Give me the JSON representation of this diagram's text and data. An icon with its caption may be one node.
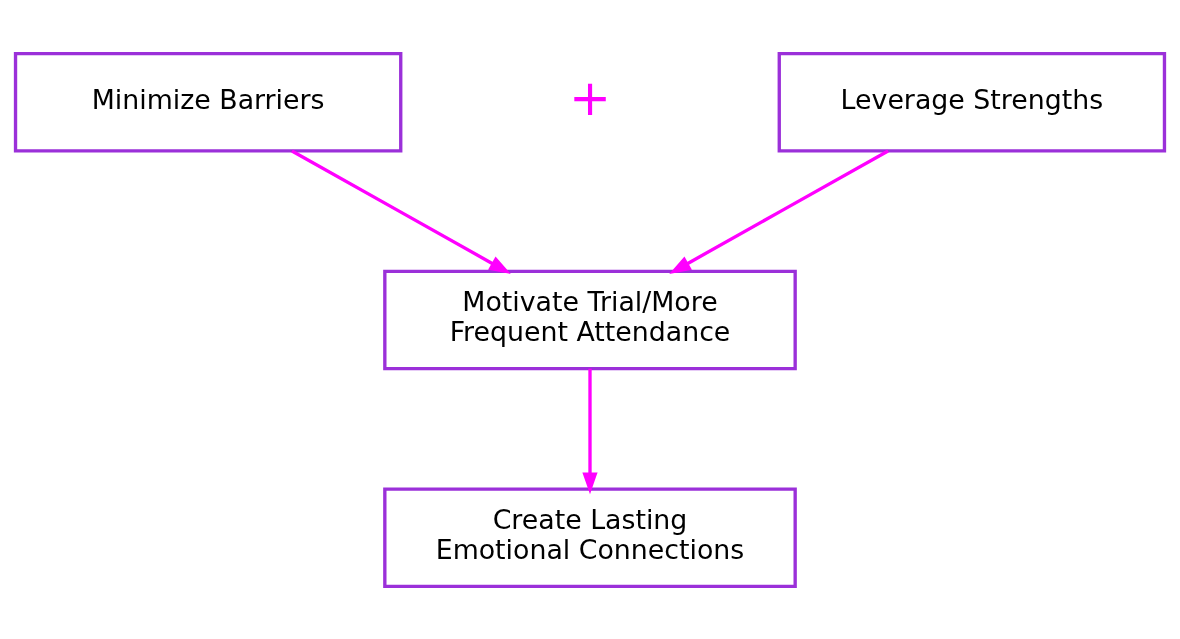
{
  "diagram": {
    "nodes": [
      {
        "text": [
          "Minimize Barriers"
        ]
      },
      {
        "text": [
          "Leverage Strengths"
        ]
      },
      {
        "text": [
          "Motivate Trial/More Frequent Attendance"
        ]
      },
      {
        "text": [
          "Create Lasting Emotional Connections"
        ]
      }
    ],
    "edges": [
      {
        "from": 0,
        "to": 2,
        "arrow": "to"
      },
      {
        "from": 1,
        "to": 2,
        "arrow": "to"
      },
      {
        "from": 2,
        "to": 3,
        "arrow": "to"
      }
    ],
    "labels": [
      "+"
    ]
  }
}
